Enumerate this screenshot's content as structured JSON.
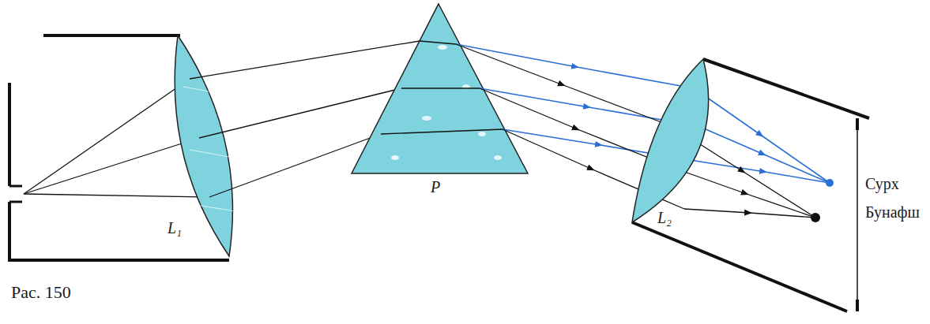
{
  "diagram": {
    "caption": "Рас. 150",
    "labels": [
      "L₁",
      "P",
      "L₂",
      "Сурх",
      "Бунафш"
    ]
  }
}
